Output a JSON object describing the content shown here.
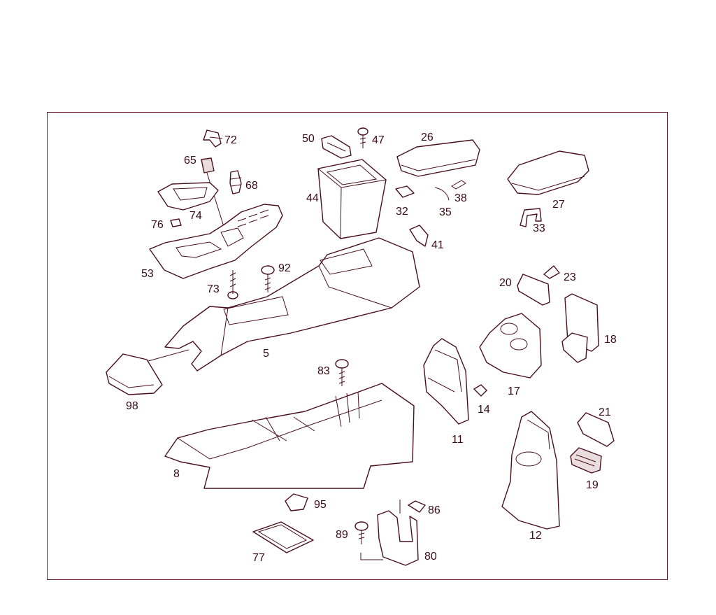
{
  "diagram": {
    "frame_color": "#6b1a2c",
    "line_color": "#4a0f1c",
    "callouts": {
      "c72": "72",
      "c65": "65",
      "c68": "68",
      "c74": "74",
      "c76": "76",
      "c53": "53",
      "c73": "73",
      "c92": "92",
      "c50": "50",
      "c47": "47",
      "c44": "44",
      "c26": "26",
      "c32": "32",
      "c35": "35",
      "c38": "38",
      "c41": "41",
      "c27": "27",
      "c33": "33",
      "c20": "20",
      "c23": "23",
      "c18": "18",
      "c17": "17",
      "c5": "5",
      "c98": "98",
      "c83": "83",
      "c14": "14",
      "c11": "11",
      "c21": "21",
      "c8": "8",
      "c19": "19",
      "c95": "95",
      "c86": "86",
      "c12": "12",
      "c89": "89",
      "c80": "80",
      "c77": "77"
    }
  }
}
